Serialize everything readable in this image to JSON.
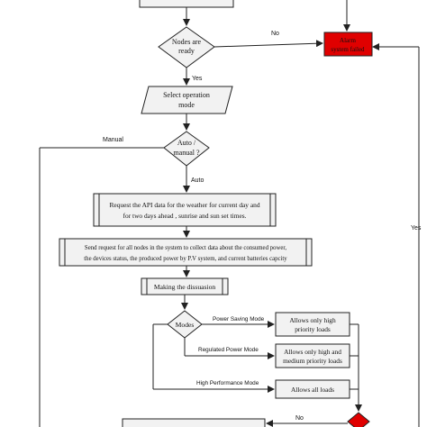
{
  "nodes": {
    "nodes_ready": {
      "line1": "Nodes are",
      "line2": "ready"
    },
    "select_mode": {
      "line1": "Select operation",
      "line2": "mode"
    },
    "auto_manual": {
      "line1": "Auto /",
      "line2": "manual ?"
    },
    "request_api": {
      "line1": "Request the API data for the weather for current day and",
      "line2": "for two days ahead , sunrise and sun set times."
    },
    "send_request": {
      "line1": "Send request for all nodes in the system to  collect data about the consumed power,",
      "line2": "the devices status, the produced power by P.V system, and current batteries capcity"
    },
    "making_discussion": {
      "line1": "Making the dissuasion"
    },
    "modes": {
      "line1": "Modes"
    },
    "priority_only": {
      "line1": "Allows only high",
      "line2": "priority loads"
    },
    "high_medium": {
      "line1": "Allows only high and",
      "line2": "medium priority loads"
    },
    "all_loads": {
      "line1": "Allows all loads"
    },
    "alarm": {
      "line1": "Alarm",
      "line2": "system failed"
    }
  },
  "edge_labels": {
    "no_top": "No",
    "yes_nodes": "Yes",
    "manual": "Manual",
    "auto": "Auto",
    "power_saving": "Power Saving Mode",
    "regulated_power": "Regulated Power Mode",
    "high_performance": "High Performance Mode",
    "yes_right": "Yes",
    "no_bottom": "No"
  },
  "colors": {
    "alarm_fill": "#e00000",
    "line": "#222222",
    "box_fill": "#f2f2f2"
  }
}
